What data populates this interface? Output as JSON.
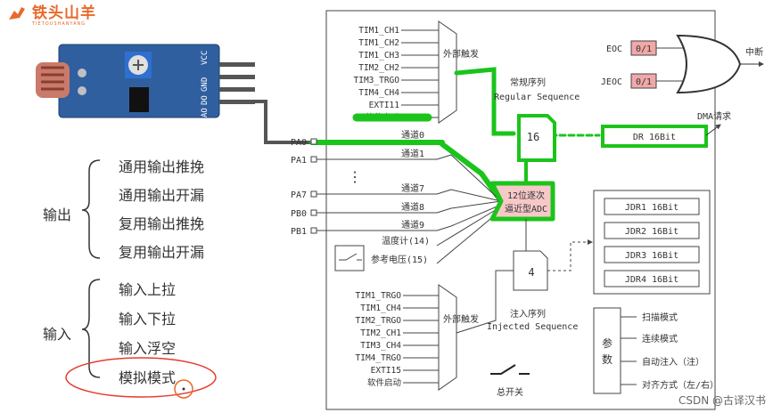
{
  "logo": {
    "title": "铁头山羊",
    "subtitle": "TIETOUSHANYANG"
  },
  "sensor": {
    "pin_labels": [
      "VCC",
      "GND",
      "DO",
      "AO"
    ]
  },
  "output": {
    "title": "输出",
    "items": [
      "通用输出推挽",
      "通用输出开漏",
      "复用输出推挽",
      "复用输出开漏"
    ]
  },
  "input": {
    "title": "输入",
    "items": [
      "输入上拉",
      "输入下拉",
      "输入浮空",
      "模拟模式"
    ]
  },
  "adc": {
    "pins": [
      "PA0",
      "PA1",
      "PA7",
      "PB0",
      "PB1"
    ],
    "channels": [
      "通道0",
      "通道1",
      "通道7",
      "通道8",
      "通道9",
      "温度计(14)",
      "参考电压(15)"
    ],
    "regular_triggers": [
      "TIM1_CH1",
      "TIM1_CH2",
      "TIM1_CH3",
      "TIM2_CH2",
      "TIM3_TRGO",
      "TIM4_CH4",
      "EXTI11",
      "软件启动"
    ],
    "injected_triggers": [
      "TIM1_TRGO",
      "TIM1_CH4",
      "TIM2_TRGO",
      "TIM2_CH1",
      "TIM3_CH4",
      "TIM4_TRGO",
      "EXTI15",
      "软件启动"
    ],
    "external_trigger_label": "外部触发",
    "regular_sequence_cn": "常规序列",
    "regular_sequence_en": "Regular Sequence",
    "regular_count": "16",
    "injected_sequence_cn": "注入序列",
    "injected_sequence_en": "Injected Sequence",
    "injected_count": "4",
    "converter_line1": "12位逐次",
    "converter_line2": "逼近型ADC",
    "dr_register": "DR 16Bit",
    "dma_request": "DMA请求",
    "jdr_registers": [
      "JDR1 16Bit",
      "JDR2 16Bit",
      "JDR3 16Bit",
      "JDR4 16Bit"
    ],
    "eoc": "EOC",
    "jeoc": "JEOC",
    "flag_value": "0/1",
    "interrupt": "中断",
    "params_title_1": "参",
    "params_title_2": "数",
    "params": [
      "扫描模式",
      "连续模式",
      "自动注入（注）",
      "对齐方式（左/右）"
    ],
    "master_switch": "总开关",
    "dots": "⋮"
  },
  "watermark": "CSDN @古译汉书",
  "colors": {
    "highlight": "#1bc41b",
    "annotation": "#e63b2e",
    "flag_fill": "#f0a8a8",
    "adc_fill": "#f7c8c8",
    "logo": "#e8692b"
  }
}
